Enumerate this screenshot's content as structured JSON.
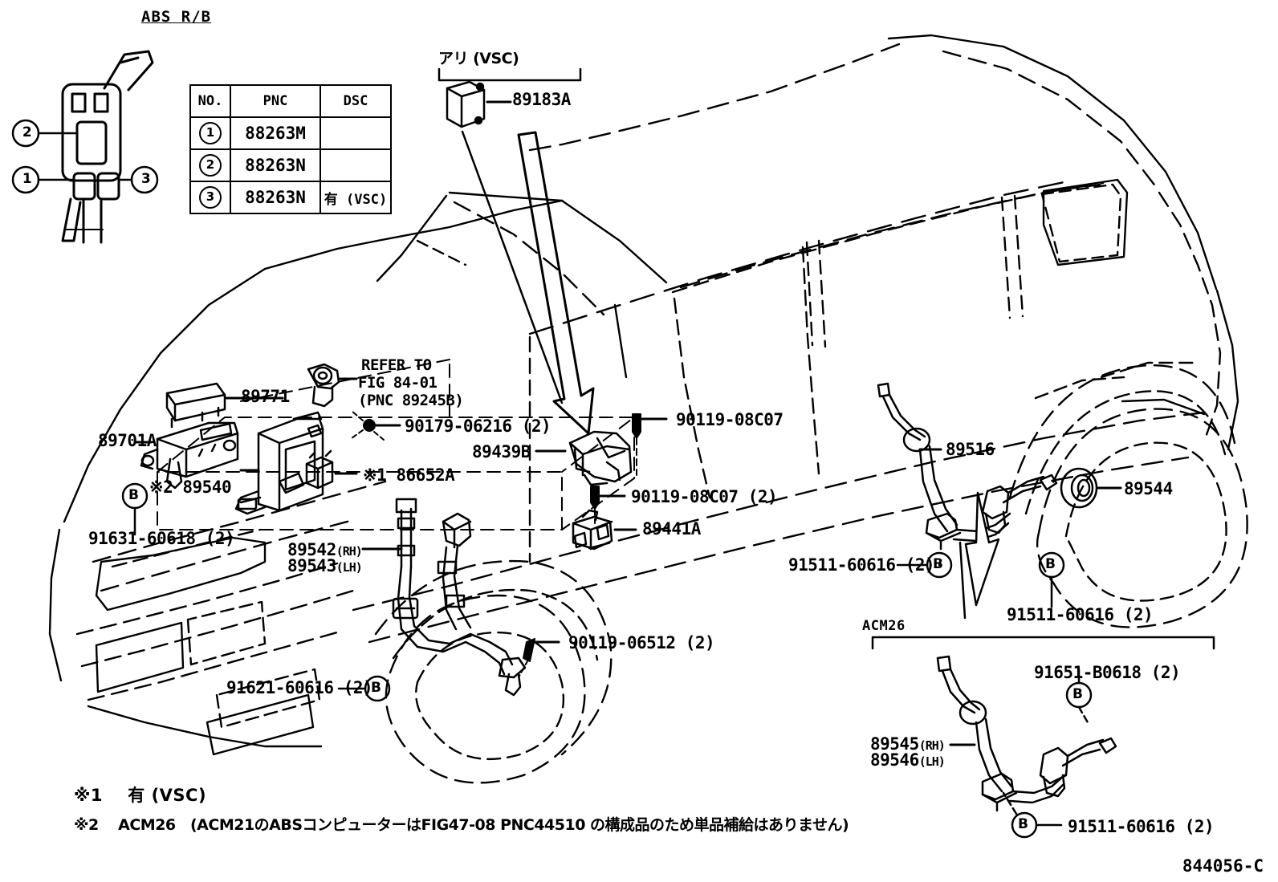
{
  "figure": {
    "number": "844056-C",
    "abs_rb_title": "ABS R/B"
  },
  "relay_block": {
    "callouts": [
      {
        "id": "2",
        "label": "2"
      },
      {
        "id": "1",
        "label": "1"
      },
      {
        "id": "3",
        "label": "3"
      }
    ]
  },
  "table": {
    "headers": [
      "NO.",
      "PNC",
      "DSC"
    ],
    "rows": [
      {
        "no": "1",
        "pnc": "88263M",
        "dsc": ""
      },
      {
        "no": "2",
        "pnc": "88263N",
        "dsc": ""
      },
      {
        "no": "3",
        "pnc": "88263N",
        "dsc": "有 (VSC)"
      }
    ]
  },
  "bracket_vsc": {
    "label": "アリ (VSC)"
  },
  "bracket_acm26": {
    "label": "ACM26"
  },
  "parts": {
    "p89183A": "89183A",
    "p89771": "89771",
    "p89701A": "89701A",
    "p89540": "※2 89540",
    "p86652A": "※1 86652A",
    "refer_l1": "REFER TO",
    "refer_l2": "FIG 84-01",
    "refer_l3": "(PNC 89245B)",
    "p90179": "90179-06216 (2)",
    "p89439B": "89439B",
    "p90119_08C07_a": "90119-08C07",
    "p90119_08C07_b": "90119-08C07 (2)",
    "p89441A": "89441A",
    "p91631": "91631-60618 (2)",
    "p89542": "89542",
    "p89542_rh": "(RH)",
    "p89543": "89543",
    "p89543_lh": "(LH)",
    "p91621": "91621-60616 (2)",
    "p90119_06512": "90119-06512 (2)",
    "p89516": "89516",
    "p89544": "89544",
    "p91511_a": "91511-60616 (2)",
    "p91511_b": "91511-60616 (2)",
    "p91651": "91651-B0618 (2)",
    "p89545": "89545",
    "p89545_rh": "(RH)",
    "p89546": "89546",
    "p89546_lh": "(LH)",
    "p91511_c": "91511-60616 (2)",
    "bolt_mark": "B"
  },
  "footnotes": {
    "n1": "※1    有 (VSC)",
    "n2": "※2    ACM26   (ACM21のABSコンピューターはFIG47-08 PNC44510 の構成品のため単品補給はありません)"
  }
}
